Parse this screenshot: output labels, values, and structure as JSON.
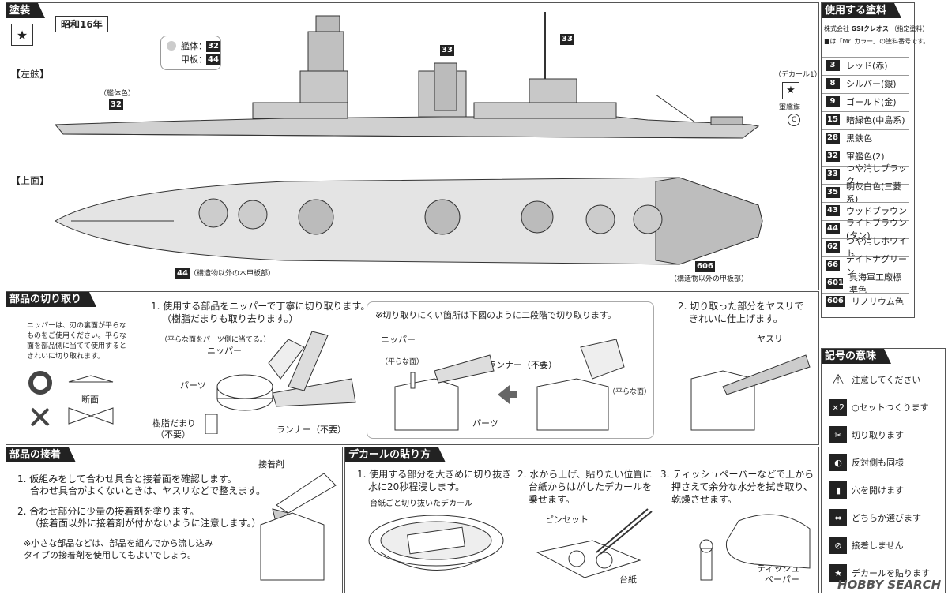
{
  "painting": {
    "header": "塗装",
    "era": "昭和16年",
    "side_label": "【左舷】",
    "top_label": "【上面】",
    "hull_legend_hull": "艦体：",
    "hull_legend_hull_num": "32",
    "hull_legend_deck": "甲板：",
    "hull_legend_deck_num": "44",
    "hull_color_label": "（艦体色）",
    "hull_color_num": "32",
    "mast_num": "33",
    "funnel_num": "33",
    "decal_label": "（デカール1）",
    "flag_label": "軍艦旗",
    "flag_mark": "C",
    "deck_num": "44",
    "deck_note": "（構造物以外の木甲板部）",
    "aft_num": "606",
    "aft_note": "（構造物以外の甲板部）"
  },
  "paints": {
    "header": "使用する塗料",
    "maker_prefix": "株式会社",
    "maker_brand": "GSIクレオス",
    "maker_suffix": "（指定塗料）",
    "note": "■は「Mr. カラー」の塗料番号です。",
    "items": [
      {
        "num": "3",
        "name": "レッド(赤)"
      },
      {
        "num": "8",
        "name": "シルバー(銀)"
      },
      {
        "num": "9",
        "name": "ゴールド(金)"
      },
      {
        "num": "15",
        "name": "暗緑色(中島系)"
      },
      {
        "num": "28",
        "name": "黒鉄色"
      },
      {
        "num": "32",
        "name": "軍艦色(2)"
      },
      {
        "num": "33",
        "name": "つや消しブラック"
      },
      {
        "num": "35",
        "name": "明灰白色(三菱系)"
      },
      {
        "num": "43",
        "name": "ウッドブラウン"
      },
      {
        "num": "44",
        "name": "ライトブラウン(タン)"
      },
      {
        "num": "62",
        "name": "つや消しホワイト"
      },
      {
        "num": "66",
        "name": "デイトナグリーン"
      },
      {
        "num": "601",
        "name": "呉海軍工廠標準色"
      },
      {
        "num": "606",
        "name": "リノリウム色"
      }
    ]
  },
  "cutting": {
    "header": "部品の切り取り",
    "nipper_note": "ニッパーは、刃の裏面が平らなものをご使用ください。平らな面を部品側に当てて使用するときれいに切り取れます。",
    "section_label": "断面",
    "step1": "1. 使用する部品をニッパーで丁寧に切り取ります。",
    "step1b": "（樹脂だまりも取り去ります。）",
    "flat_side_label": "（平らな面をパーツ側に当てる。）",
    "nipper": "ニッパー",
    "parts": "パーツ",
    "resin_label": "樹脂だまり",
    "unneeded": "（不要）",
    "runner_unneeded": "ランナー（不要）",
    "hard_note": "※切り取りにくい箇所は下図のように二段階で切り取ります。",
    "nipper2": "ニッパー",
    "flat2": "（平らな面）",
    "runner2": "ランナー（不要）",
    "parts2": "パーツ",
    "flat3": "（平らな面）",
    "step2": "2. 切り取った部分をヤスリで",
    "step2b": "きれいに仕上げます。",
    "file": "ヤスリ"
  },
  "gluing": {
    "header": "部品の接着",
    "step1": "1. 仮組みをして合わせ具合と接着面を確認します。",
    "step1b": "合わせ具合がよくないときは、ヤスリなどで整えます。",
    "step2": "2. 合わせ部分に少量の接着剤を塗ります。",
    "step2b": "（接着面以外に接着剤が付かないように注意します。）",
    "note": "※小さな部品などは、部品を組んでから流し込みタイプの接着剤を使用してもよいでしょう。",
    "glue": "接着剤"
  },
  "decal": {
    "header": "デカールの貼り方",
    "step1": "1. 使用する部分を大きめに切り抜き",
    "step1b": "水に20秒程浸します。",
    "cut_label": "台紙ごと切り抜いたデカール",
    "step2": "2. 水から上げ、貼りたい位置に",
    "step2b": "台紙からはがしたデカールを",
    "step2c": "乗せます。",
    "tweezers": "ピンセット",
    "backing": "台紙",
    "step3": "3. ティッシュペーパーなどで上から",
    "step3b": "押さえて余分な水分を拭き取り、",
    "step3c": "乾燥させます。",
    "tissue": "ティッシュ",
    "tissue2": "ペーパー"
  },
  "legend": {
    "header": "記号の意味",
    "items": [
      {
        "icon": "warning-icon",
        "label": "注意してください"
      },
      {
        "icon": "set-icon",
        "label": "○セットつくります"
      },
      {
        "icon": "cut-icon",
        "label": "切り取ります"
      },
      {
        "icon": "same-opposite-icon",
        "label": "反対側も同様"
      },
      {
        "icon": "drill-icon",
        "label": "穴を開けます"
      },
      {
        "icon": "choose-icon",
        "label": "どちらか選びます"
      },
      {
        "icon": "no-glue-icon",
        "label": "接着しません"
      },
      {
        "icon": "decal-star-icon",
        "label": "デカールを貼ります"
      }
    ]
  },
  "watermark": "HOBBY SEARCH"
}
